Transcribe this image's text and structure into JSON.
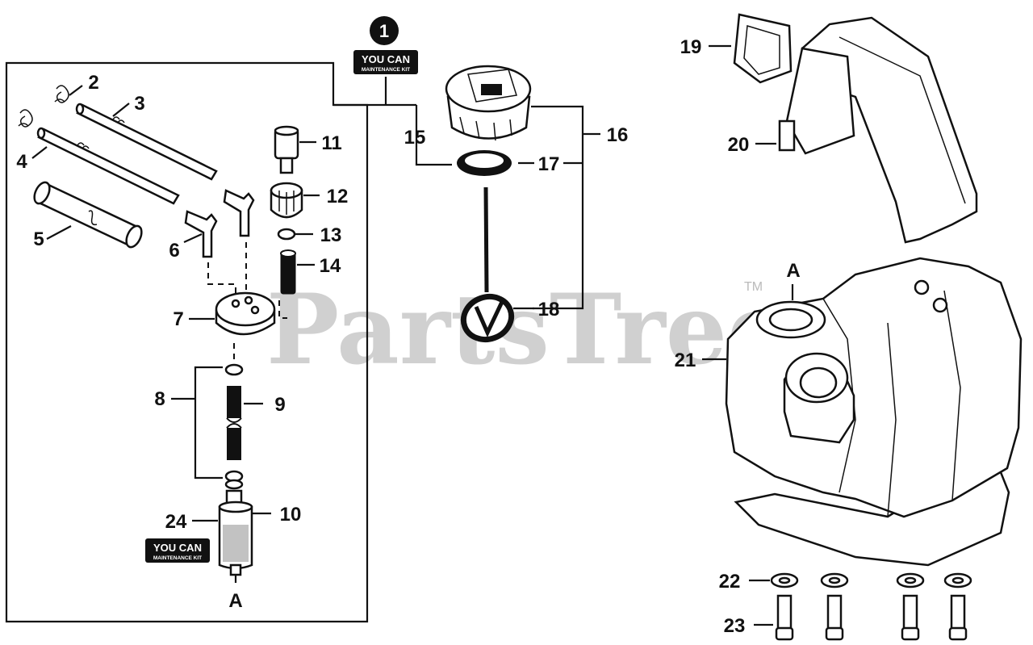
{
  "watermark": {
    "text": "PartsTree",
    "tm": "TM"
  },
  "badge": {
    "number": "1"
  },
  "kit": {
    "top": "YOU CAN",
    "bottom": "MAINTENANCE KIT"
  },
  "callouts": {
    "c2": "2",
    "c3": "3",
    "c4": "4",
    "c5": "5",
    "c6": "6",
    "c7": "7",
    "c8": "8",
    "c9": "9",
    "c10": "10",
    "c11": "11",
    "c12": "12",
    "c13": "13",
    "c14": "14",
    "c15": "15",
    "c16": "16",
    "c17": "17",
    "c18": "18",
    "c19": "19",
    "c20": "20",
    "c21": "21",
    "c22": "22",
    "c23": "23",
    "c24": "24"
  },
  "connectors": {
    "tank_inlet": "A",
    "filter_outlet": "A"
  }
}
